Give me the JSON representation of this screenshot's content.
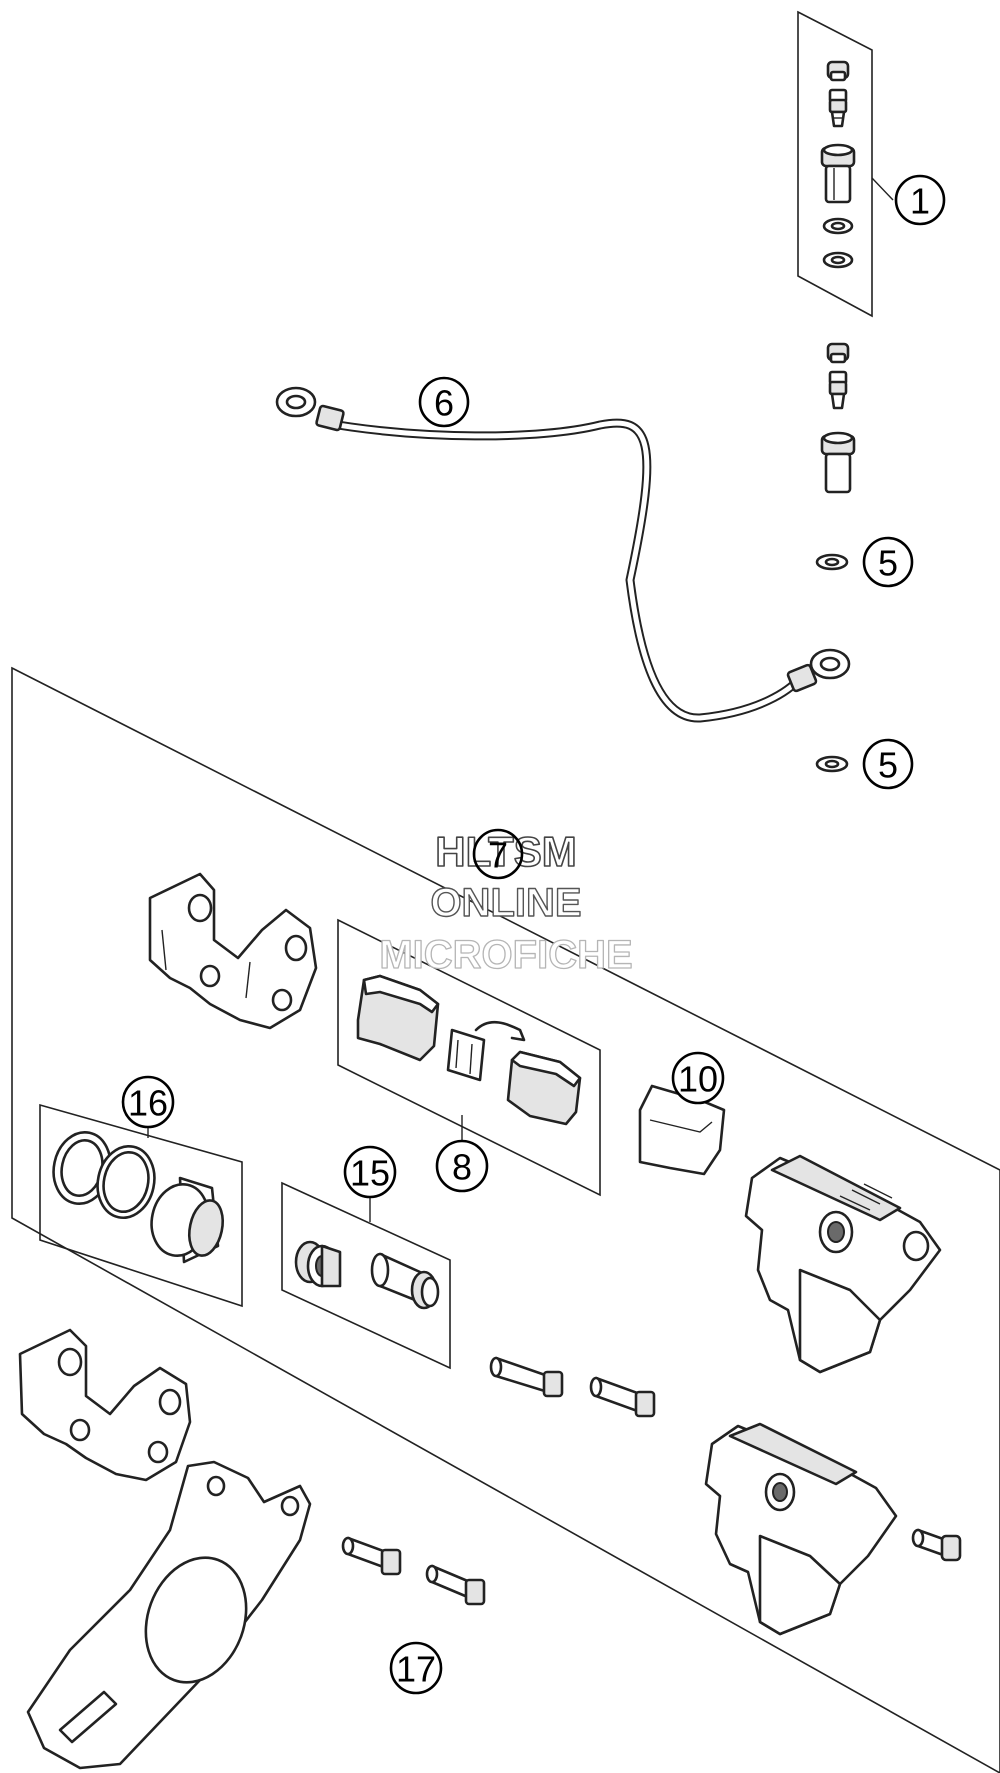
{
  "watermark": {
    "line1": "HLTSM",
    "line2": "ONLINE",
    "line3": "MICROFICHE"
  },
  "callouts": [
    {
      "id": "c1",
      "label": "1"
    },
    {
      "id": "c6",
      "label": "6"
    },
    {
      "id": "c5a",
      "label": "5"
    },
    {
      "id": "c5b",
      "label": "5"
    },
    {
      "id": "c7",
      "label": "7"
    },
    {
      "id": "c10",
      "label": "10"
    },
    {
      "id": "c16",
      "label": "16"
    },
    {
      "id": "c15",
      "label": "15"
    },
    {
      "id": "c8",
      "label": "8"
    },
    {
      "id": "c17",
      "label": "17"
    }
  ]
}
